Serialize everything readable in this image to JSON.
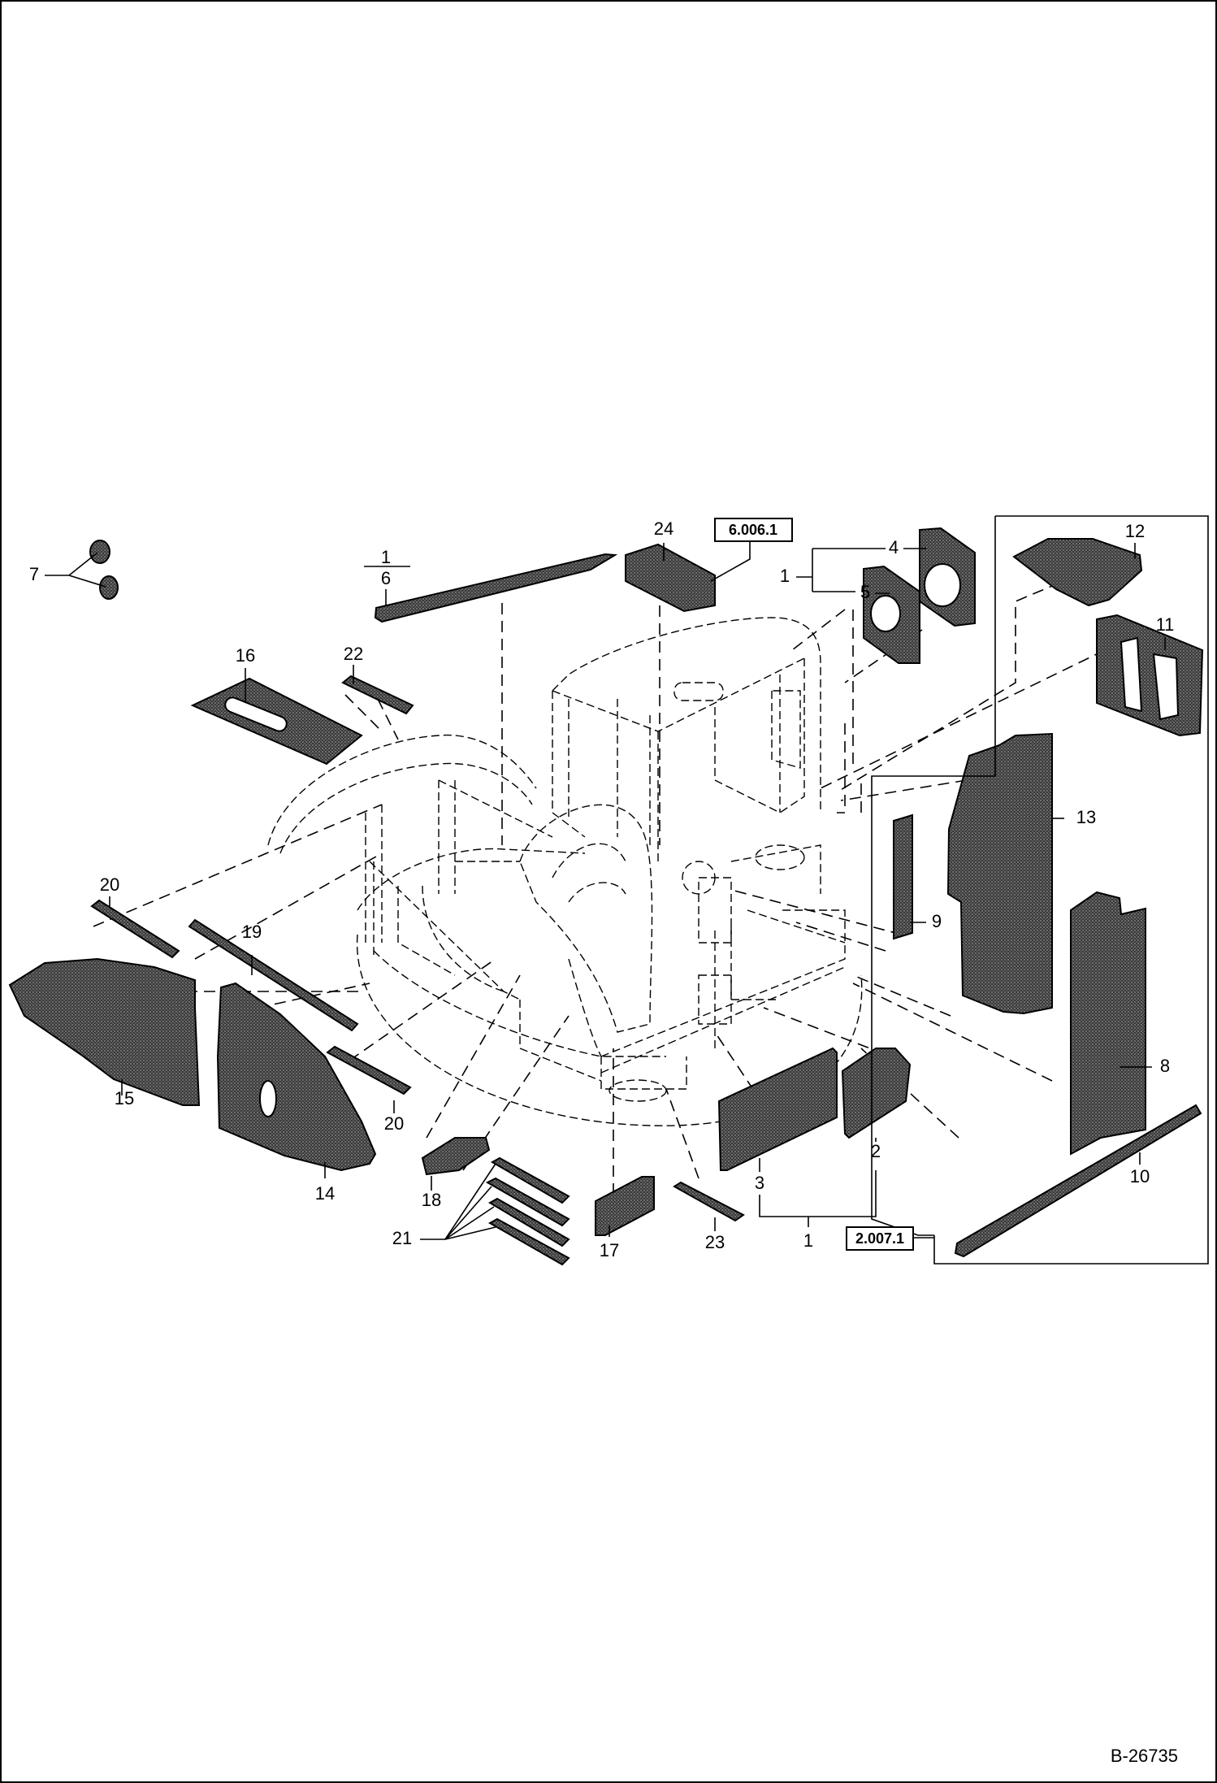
{
  "callouts": {
    "c1_top": "1",
    "c6": "6",
    "c7": "7",
    "c24": "24",
    "c4": "4",
    "c5": "5",
    "c1_right": "1",
    "c12": "12",
    "c11": "11",
    "c13": "13",
    "c9": "9",
    "c8": "8",
    "c10": "10",
    "c16": "16",
    "c22": "22",
    "c20_left": "20",
    "c19": "19",
    "c15": "15",
    "c14": "14",
    "c20_mid": "20",
    "c18": "18",
    "c21": "21",
    "c17": "17",
    "c23": "23",
    "c3": "3",
    "c2": "2",
    "c1_bottom": "1"
  },
  "references": {
    "ref_top": "6.006.1",
    "ref_bottom": "2.007.1"
  },
  "drawing_number": "B-26735"
}
